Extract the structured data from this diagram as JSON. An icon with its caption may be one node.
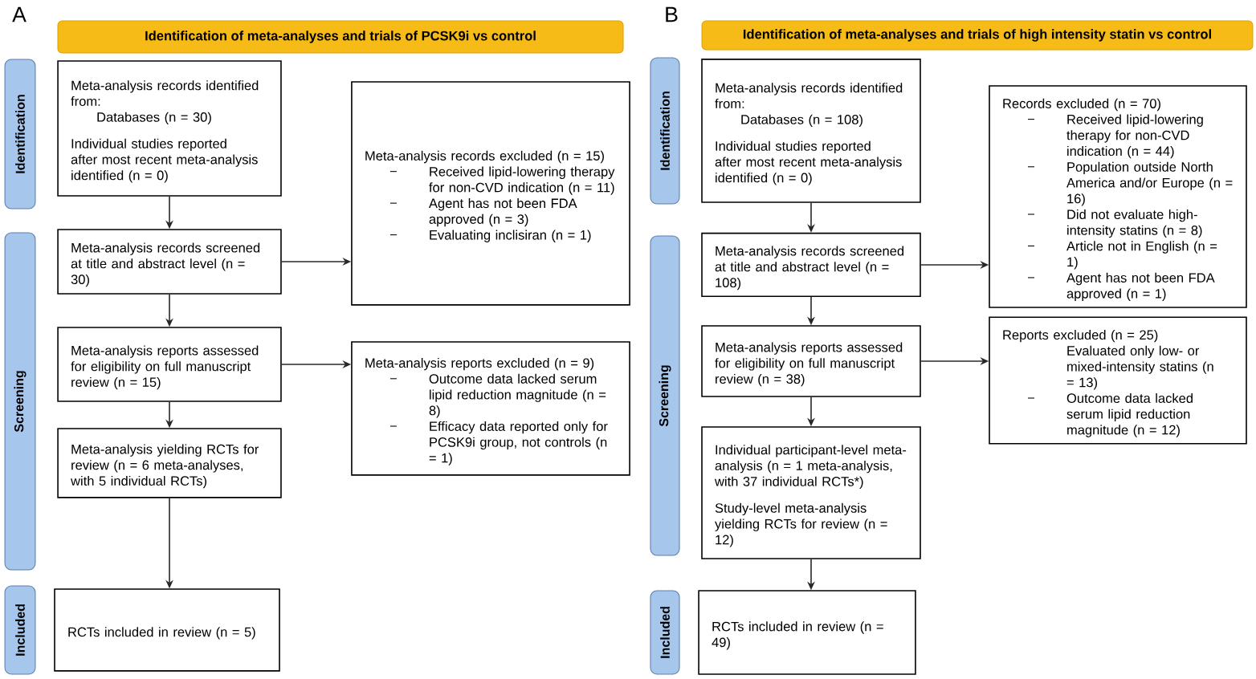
{
  "diagram": {
    "nodes": [
      {
        "text": [
          "Identification of meta-analyses and trials of PCSK9i vs control"
        ]
      },
      {
        "text": [
          "Identification"
        ]
      },
      {
        "text": [
          "Screening"
        ]
      },
      {
        "text": [
          "Included"
        ]
      },
      {
        "text": [
          "Meta-analysis records identified from:",
          "Databases (n = 30)",
          "Individual studies reported after most recent meta-analysis identified (n = 0)"
        ]
      },
      {
        "text": [
          "Meta-analysis records excluded (n = 15)",
          "Received lipid-lowering therapy for non-CVD indication (n = 11)",
          "Agent has not been FDA approved (n = 3)",
          "Evaluating inclisiran (n = 1)"
        ]
      },
      {
        "text": [
          "Meta-analysis records screened at title and abstract level (n = 30)"
        ]
      },
      {
        "text": [
          "Meta-analysis reports assessed for eligibility on full manuscript review (n = 15)"
        ]
      },
      {
        "text": [
          "Meta-analysis reports excluded (n = 9)",
          "Outcome data lacked serum lipid reduction magnitude (n = 8)",
          "Efficacy data reported only for PCSK9i group, not controls (n = 1)"
        ]
      },
      {
        "text": [
          "Meta-analysis yielding RCTs for review (n = 6 meta-analyses, with 5 individual RCTs)"
        ]
      },
      {
        "text": [
          "RCTs included in review (n = 5)"
        ]
      },
      {
        "text": [
          "Identification of meta-analyses and trials of high intensity statin vs control"
        ]
      },
      {
        "text": [
          "Identification"
        ]
      },
      {
        "text": [
          "Screening"
        ]
      },
      {
        "text": [
          "Included"
        ]
      },
      {
        "text": [
          "Meta-analysis records identified from:",
          "Databases (n = 108)",
          "Individual studies reported after most recent meta-analysis identified (n = 0)"
        ]
      },
      {
        "text": [
          "Records excluded (n = 70)",
          "Received lipid-lowering therapy for non-CVD indication (n = 44)",
          "Population outside North America and/or Europe (n = 16)",
          "Did not evaluate high-intensity statins (n = 8)",
          "Article not in English (n = 1)",
          "Agent has not been FDA approved (n = 1)"
        ]
      },
      {
        "text": [
          "Meta-analysis records screened at title and abstract level (n = 108)"
        ]
      },
      {
        "text": [
          "Meta-analysis reports assessed for eligibility on full manuscript review (n = 38)"
        ]
      },
      {
        "text": [
          "Reports excluded (n = 25)",
          "Evaluated only low- or mixed-intensity statins (n = 13)",
          "Outcome data lacked serum lipid reduction magnitude (n = 12)"
        ]
      },
      {
        "text": [
          "Individual participant-level meta-analysis (n = 1 meta-analysis, with 37 individual RCTs*)",
          "Study-level meta-analysis yielding RCTs for review (n = 12)"
        ]
      },
      {
        "text": [
          "RCTs included in review (n = 49)"
        ]
      }
    ],
    "edges": [
      {
        "from": 4,
        "to": 6,
        "arrow": "to"
      },
      {
        "from": 6,
        "to": 5,
        "arrow": "to"
      },
      {
        "from": 6,
        "to": 7,
        "arrow": "to"
      },
      {
        "from": 7,
        "to": 8,
        "arrow": "to"
      },
      {
        "from": 7,
        "to": 9,
        "arrow": "to"
      },
      {
        "from": 9,
        "to": 10,
        "arrow": "to"
      },
      {
        "from": 15,
        "to": 17,
        "arrow": "to"
      },
      {
        "from": 17,
        "to": 16,
        "arrow": "to"
      },
      {
        "from": 17,
        "to": 18,
        "arrow": "to"
      },
      {
        "from": 18,
        "to": 19,
        "arrow": "to"
      },
      {
        "from": 18,
        "to": 20,
        "arrow": "to"
      },
      {
        "from": 20,
        "to": 21,
        "arrow": "to"
      }
    ],
    "labels": [
      "A",
      "B"
    ]
  }
}
